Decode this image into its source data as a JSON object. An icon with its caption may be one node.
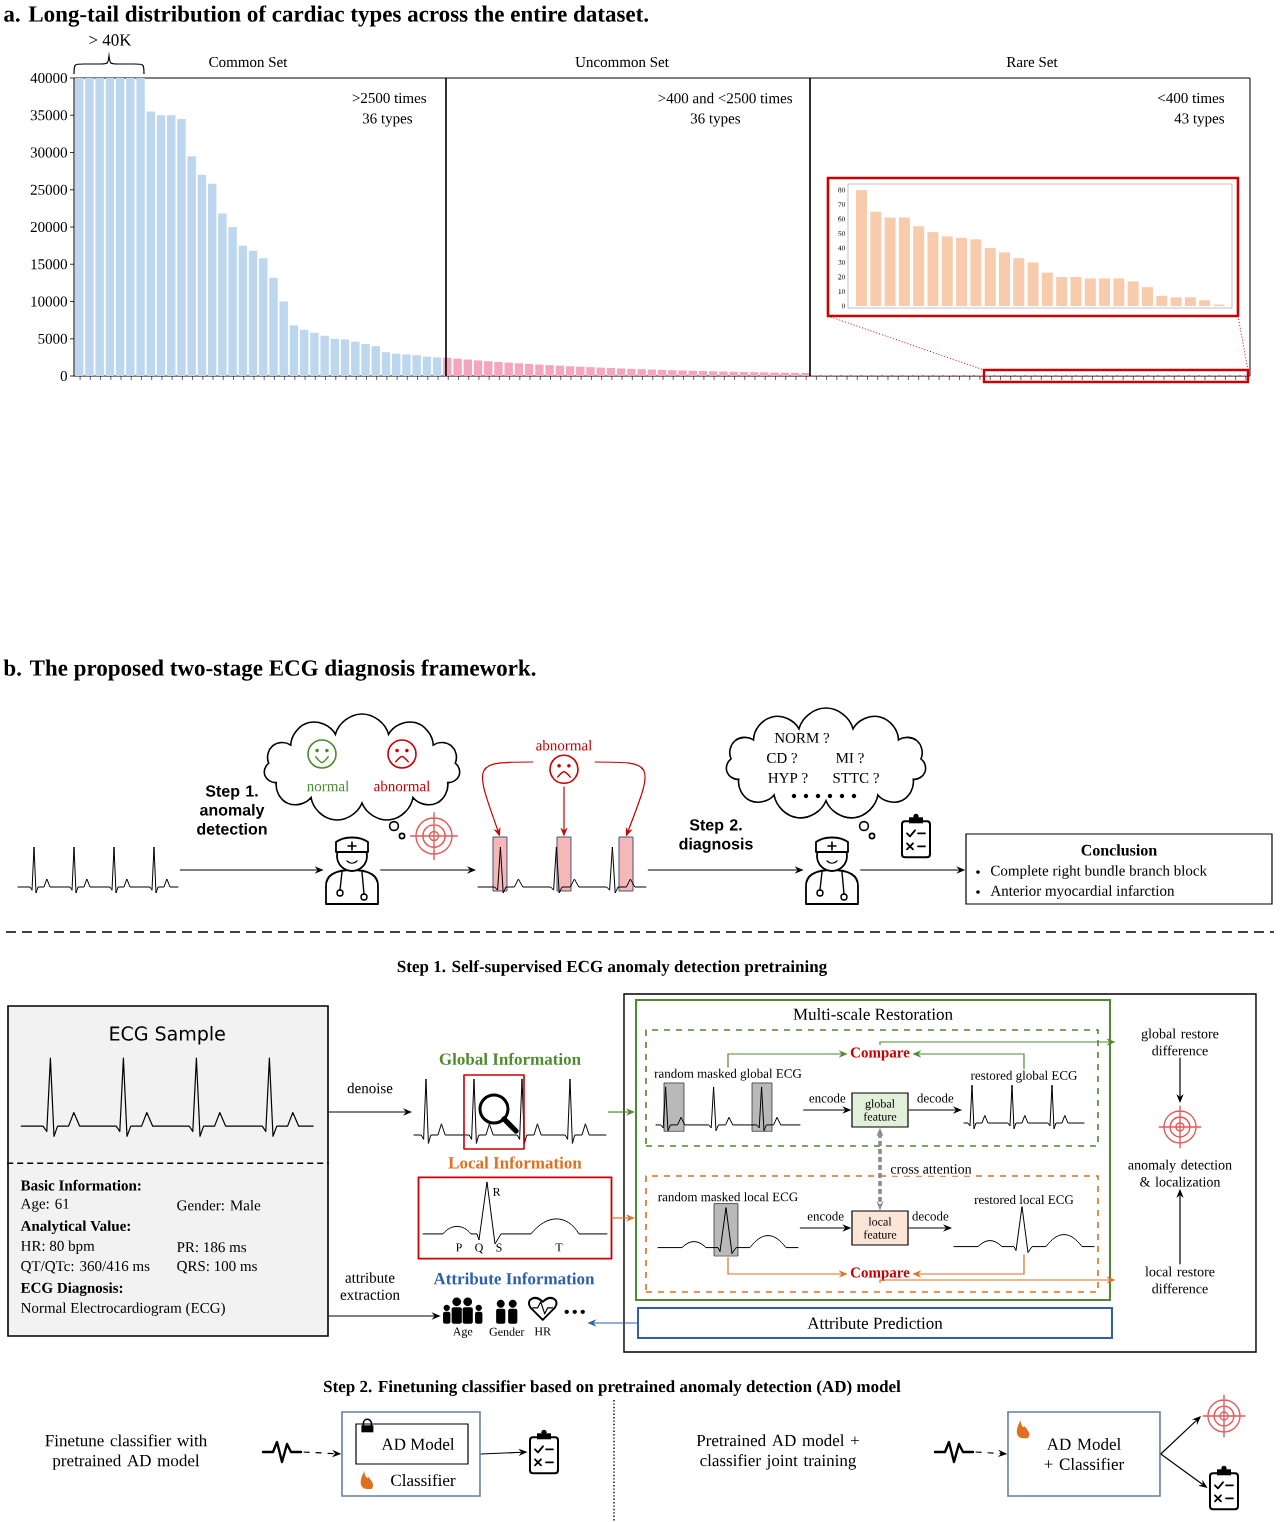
{
  "diagram": {
    "nodes": [
      {
        "text": [],
        "shape": "picture"
      },
      {
        "text": [],
        "shape": "picture"
      },
      {
        "text": [
          "normal",
          "abnormal"
        ]
      },
      {
        "text": [],
        "shape": "picture"
      },
      {
        "text": [
          "abnormal"
        ]
      },
      {
        "text": [],
        "shape": "box",
        "in": 3
      },
      {
        "text": [],
        "shape": "box",
        "in": 3
      },
      {
        "text": [],
        "shape": "box",
        "in": 3
      },
      {
        "text": [],
        "shape": "picture"
      },
      {
        "text": [
          "NORM ?",
          "CD ?",
          "MI ?",
          "HYP ?",
          "STTC ?"
        ]
      },
      {
        "text": [
          "Conclusion",
          "Complete right bundle branch block",
          "Anterior myocardial infarction"
        ]
      },
      {
        "text": [
          "ECG Sample",
          "Basic Information:",
          "Age: 61",
          "Gender: Male",
          "Analytical Value:",
          "HR: 80 bpm",
          "PR: 186 ms",
          "QT/QTc: 360/416 ms",
          "QRS: 100 ms",
          "ECG Diagnosis:",
          "Normal Electrocardiogram (ECG)"
        ]
      },
      {
        "text": [
          "Global Information"
        ]
      },
      {
        "text": [
          "Local Information",
          "R",
          "P",
          "Q",
          "S",
          "T"
        ]
      },
      {
        "text": [
          "Attribute Information",
          "Age",
          "Gender",
          "HR"
        ]
      },
      {
        "text": [],
        "shape": "box"
      },
      {
        "text": [
          "Multi-scale Restoration"
        ],
        "in": 15
      },
      {
        "text": [],
        "shape": "box",
        "in": 16
      },
      {
        "text": [
          "random masked global ECG"
        ],
        "in": 17
      },
      {
        "text": [
          "global feature"
        ],
        "in": 17
      },
      {
        "text": [
          "restored global ECG"
        ],
        "in": 17
      },
      {
        "text": [
          "Compare"
        ],
        "in": 17
      },
      {
        "text": [],
        "shape": "box",
        "in": 16
      },
      {
        "text": [
          "random masked local ECG"
        ],
        "in": 22
      },
      {
        "text": [
          "local feature"
        ],
        "in": 22
      },
      {
        "text": [
          "restored local ECG"
        ],
        "in": 22
      },
      {
        "text": [
          "Compare"
        ],
        "in": 22
      },
      {
        "text": [
          "Attribute Prediction"
        ],
        "in": 15
      },
      {
        "text": [
          "global restore difference"
        ],
        "in": 15
      },
      {
        "text": [
          "anomaly detection & localization"
        ],
        "in": 15
      },
      {
        "text": [
          "local restore difference"
        ],
        "in": 15
      },
      {
        "text": [],
        "shape": "picture"
      },
      {
        "text": [
          "Classifier"
        ]
      },
      {
        "text": [
          "AD Model"
        ],
        "in": 32
      },
      {
        "text": [],
        "shape": "picture"
      },
      {
        "text": [],
        "shape": "picture"
      },
      {
        "text": [
          "AD Model + Classifier"
        ]
      },
      {
        "text": [],
        "shape": "picture"
      },
      {
        "text": [],
        "shape": "picture"
      }
    ],
    "edges": [
      {
        "from": 0,
        "to": 1,
        "arrow": "to",
        "label": "Step 1. anomaly detection"
      },
      {
        "from": 1,
        "to": 3,
        "arrow": "to"
      },
      {
        "from": 3,
        "to": 8,
        "arrow": "to",
        "label": "Step 2. diagnosis"
      },
      {
        "from": 8,
        "to": 10,
        "arrow": "to"
      },
      {
        "from": 4,
        "to": 5,
        "arrow": "to",
        "color": "#cc0000"
      },
      {
        "from": 4,
        "to": 6,
        "arrow": "to",
        "color": "#cc0000"
      },
      {
        "from": 4,
        "to": 7,
        "arrow": "to",
        "color": "#cc0000"
      },
      {
        "from": 11,
        "to": 12,
        "arrow": "to",
        "label": "denoise"
      },
      {
        "from": 11,
        "to": 14,
        "arrow": "to",
        "label": "attribute extraction"
      },
      {
        "from": 12,
        "to": 16,
        "arrow": "to",
        "color": "#4d8b2e"
      },
      {
        "from": 13,
        "to": 16,
        "arrow": "to",
        "color": "#e07020"
      },
      {
        "from": 18,
        "to": 19,
        "arrow": "to",
        "label": "encode"
      },
      {
        "from": 19,
        "to": 20,
        "arrow": "to",
        "label": "decode"
      },
      {
        "from": 18,
        "to": 21,
        "arrow": "to",
        "color": "#4d8b2e"
      },
      {
        "from": 20,
        "to": 21,
        "arrow": "to",
        "color": "#4d8b2e"
      },
      {
        "from": 23,
        "to": 24,
        "arrow": "to",
        "label": "encode"
      },
      {
        "from": 24,
        "to": 25,
        "arrow": "to",
        "label": "decode"
      },
      {
        "from": 23,
        "to": 26,
        "arrow": "to",
        "color": "#e07020"
      },
      {
        "from": 25,
        "to": 26,
        "arrow": "to",
        "color": "#e07020"
      },
      {
        "from": 19,
        "to": 24,
        "arrow": "both",
        "style": "dashed",
        "color": "#8c8c8c",
        "label": "cross attention"
      },
      {
        "from": 21,
        "to": 28,
        "arrow": "to",
        "color": "#4d8b2e"
      },
      {
        "from": 26,
        "to": 30,
        "arrow": "to",
        "color": "#e07020"
      },
      {
        "from": 28,
        "to": 29,
        "arrow": "to"
      },
      {
        "from": 30,
        "to": 29,
        "arrow": "to"
      },
      {
        "from": 27,
        "to": 14,
        "arrow": "to",
        "color": "#2e5fa8"
      },
      {
        "from": 31,
        "to": 32,
        "arrow": "to",
        "style": "dashed"
      },
      {
        "from": 32,
        "to": 34,
        "arrow": "to"
      },
      {
        "from": 35,
        "to": 36,
        "arrow": "to",
        "style": "dashed"
      },
      {
        "from": 36,
        "to": 37,
        "arrow": "to"
      },
      {
        "from": 36,
        "to": 38,
        "arrow": "to"
      }
    ],
    "labels": [
      "a. Long-tail distribution of cardiac types across the entire dataset.",
      "> 40K",
      "Common Set",
      "Uncommon Set",
      "Rare Set",
      ">2500 times",
      "36 types",
      ">400 and <2500 times",
      "36 types",
      "<400 times",
      "43 types",
      "40000",
      "35000",
      "30000",
      "25000",
      "20000",
      "15000",
      "10000",
      "5000",
      "0",
      "80",
      "70",
      "60",
      "50",
      "40",
      "30",
      "20",
      "10",
      "0",
      "b. The proposed two-stage ECG diagnosis framework.",
      "Step 1. Self-supervised ECG anomaly detection pretraining",
      "Step 2. Finetuning classifier based on pretrained anomaly detection (AD) model",
      "Finetune classifier with pretrained AD model",
      "Pretrained AD model + classifier joint training"
    ]
  }
}
